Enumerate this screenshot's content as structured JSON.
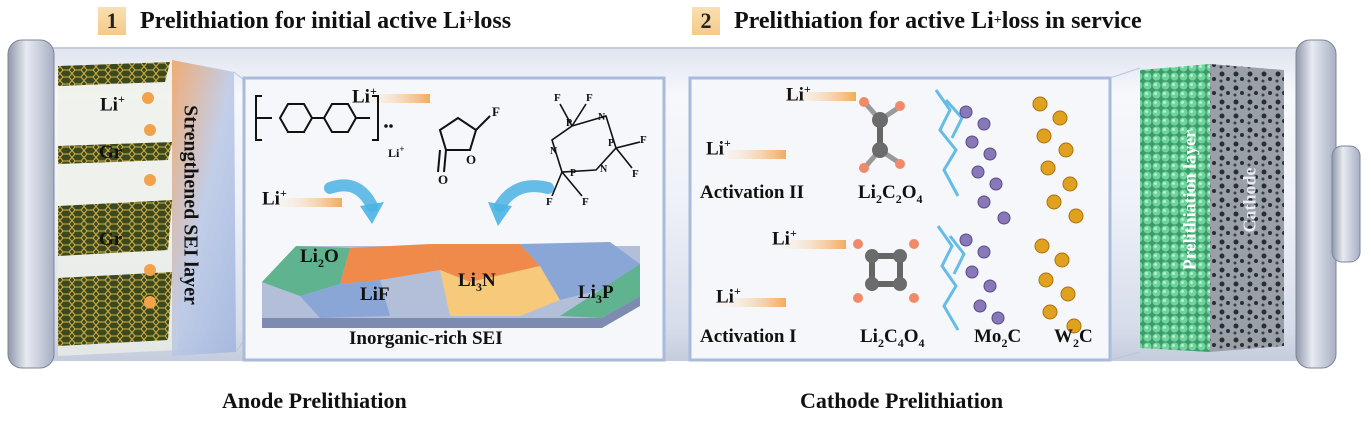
{
  "headers": [
    {
      "num": "1",
      "pre": "Prelithiation for initial active Li",
      "sup": "+",
      "post": " loss"
    },
    {
      "num": "2",
      "pre": "Prelithiation for active Li",
      "sup": "+",
      "post": " loss in service"
    }
  ],
  "anode": {
    "layers": [
      "Li",
      "Gr",
      "Gr"
    ],
    "li_sup": "+",
    "sei_layer": "Strengthened SEI layer",
    "li_ion_labels": [
      "Li",
      "Li"
    ],
    "polymer_counterion": "Li",
    "fluoro_label": "F",
    "phosphazene_labels": {
      "F": "F",
      "N": "N",
      "P": "P"
    },
    "carbonate_labels": {
      "O": "O"
    },
    "sei_components": [
      {
        "base": "Li",
        "sub": "2",
        "tail": "O"
      },
      {
        "base": "LiF",
        "sub": "",
        "tail": ""
      },
      {
        "base": "Li",
        "sub": "3",
        "tail": "N"
      },
      {
        "base": "Li",
        "sub": "3",
        "tail": "P"
      }
    ],
    "sei_caption": "Inorganic-rich SEI",
    "caption": "Anode Prelithiation"
  },
  "cathode": {
    "li_ion_labels": [
      "Li",
      "Li",
      "Li",
      "Li"
    ],
    "activations": [
      "Activation II",
      "Activation I"
    ],
    "materials": [
      {
        "parts": [
          [
            "Li",
            ""
          ],
          [
            "2",
            "sub"
          ],
          [
            "C",
            ""
          ],
          [
            "2",
            "sub"
          ],
          [
            "O",
            ""
          ],
          [
            "4",
            "sub"
          ]
        ]
      },
      {
        "parts": [
          [
            "Li",
            ""
          ],
          [
            "2",
            "sub"
          ],
          [
            "C",
            ""
          ],
          [
            "4",
            "sub"
          ],
          [
            "O",
            ""
          ],
          [
            "4",
            "sub"
          ]
        ]
      },
      {
        "parts": [
          [
            "Mo",
            ""
          ],
          [
            "2",
            "sub"
          ],
          [
            "C",
            ""
          ]
        ]
      },
      {
        "parts": [
          [
            "W",
            ""
          ],
          [
            "2",
            "sub"
          ],
          [
            "C",
            ""
          ]
        ]
      }
    ],
    "prelithiation_layer": "Prelithiation layer",
    "cathode_label": "Cathode",
    "caption": "Cathode Prelithiation"
  },
  "colors": {
    "header_badge": "#f5c98a",
    "li_ion": "#f2a24a",
    "blue_arrow": "#4bb3e3",
    "mo_atom": "#8878b8",
    "w_atom": "#e0a020",
    "green_particles": "#5cc48a",
    "sei_orange": "#ef8a4a",
    "sei_blue": "#8aa6d6",
    "sei_green": "#5fb38e",
    "sei_yellow": "#f7c97a"
  }
}
